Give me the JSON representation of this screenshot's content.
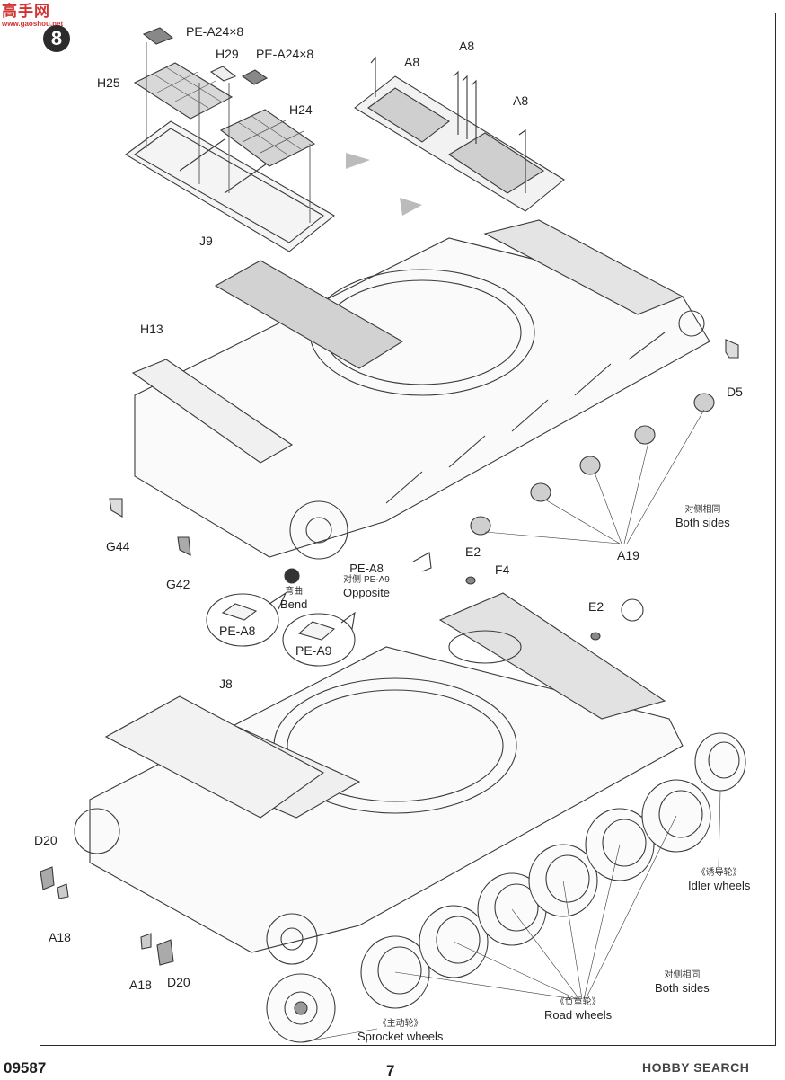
{
  "watermark": {
    "main": "高手网",
    "sub": "www.gaoshou.net"
  },
  "step_number": "8",
  "upper_labels": {
    "pe_a24_1": "PE-A24×8",
    "h29": "H29",
    "pe_a24_2": "PE-A24×8",
    "h25": "H25",
    "h24": "H24",
    "j9": "J9",
    "a8_1": "A8",
    "a8_2": "A8",
    "a8_3": "A8",
    "h13": "H13",
    "d5": "D5",
    "both_sides_cn": "对侧相同",
    "both_sides_en": "Both sides",
    "a19": "A19",
    "g44": "G44",
    "g42": "G42",
    "pe_a8": "PE-A8",
    "opposite_cn": "对侧 PE-A9",
    "opposite_en": "Opposite",
    "bend_cn": "弯曲",
    "bend_en": "Bend",
    "bubble_a8": "PE-A8",
    "bubble_a9": "PE-A9"
  },
  "lower_labels": {
    "e2_1": "E2",
    "f4": "F4",
    "e2_2": "E2",
    "j8": "J8",
    "d20_1": "D20",
    "a18_1": "A18",
    "a18_2": "A18",
    "d20_2": "D20",
    "idler_cn": "《诱导轮》",
    "idler_en": "Idler wheels",
    "road_cn": "《负重轮》",
    "road_en": "Road  wheels",
    "both_sides_cn": "对侧相同",
    "both_sides_en": "Both sides",
    "sprocket_cn": "《主动轮》",
    "sprocket_en": "Sprocket wheels"
  },
  "footer": {
    "code": "09587",
    "page": "7",
    "brand": "HOBBY SEARCH"
  }
}
